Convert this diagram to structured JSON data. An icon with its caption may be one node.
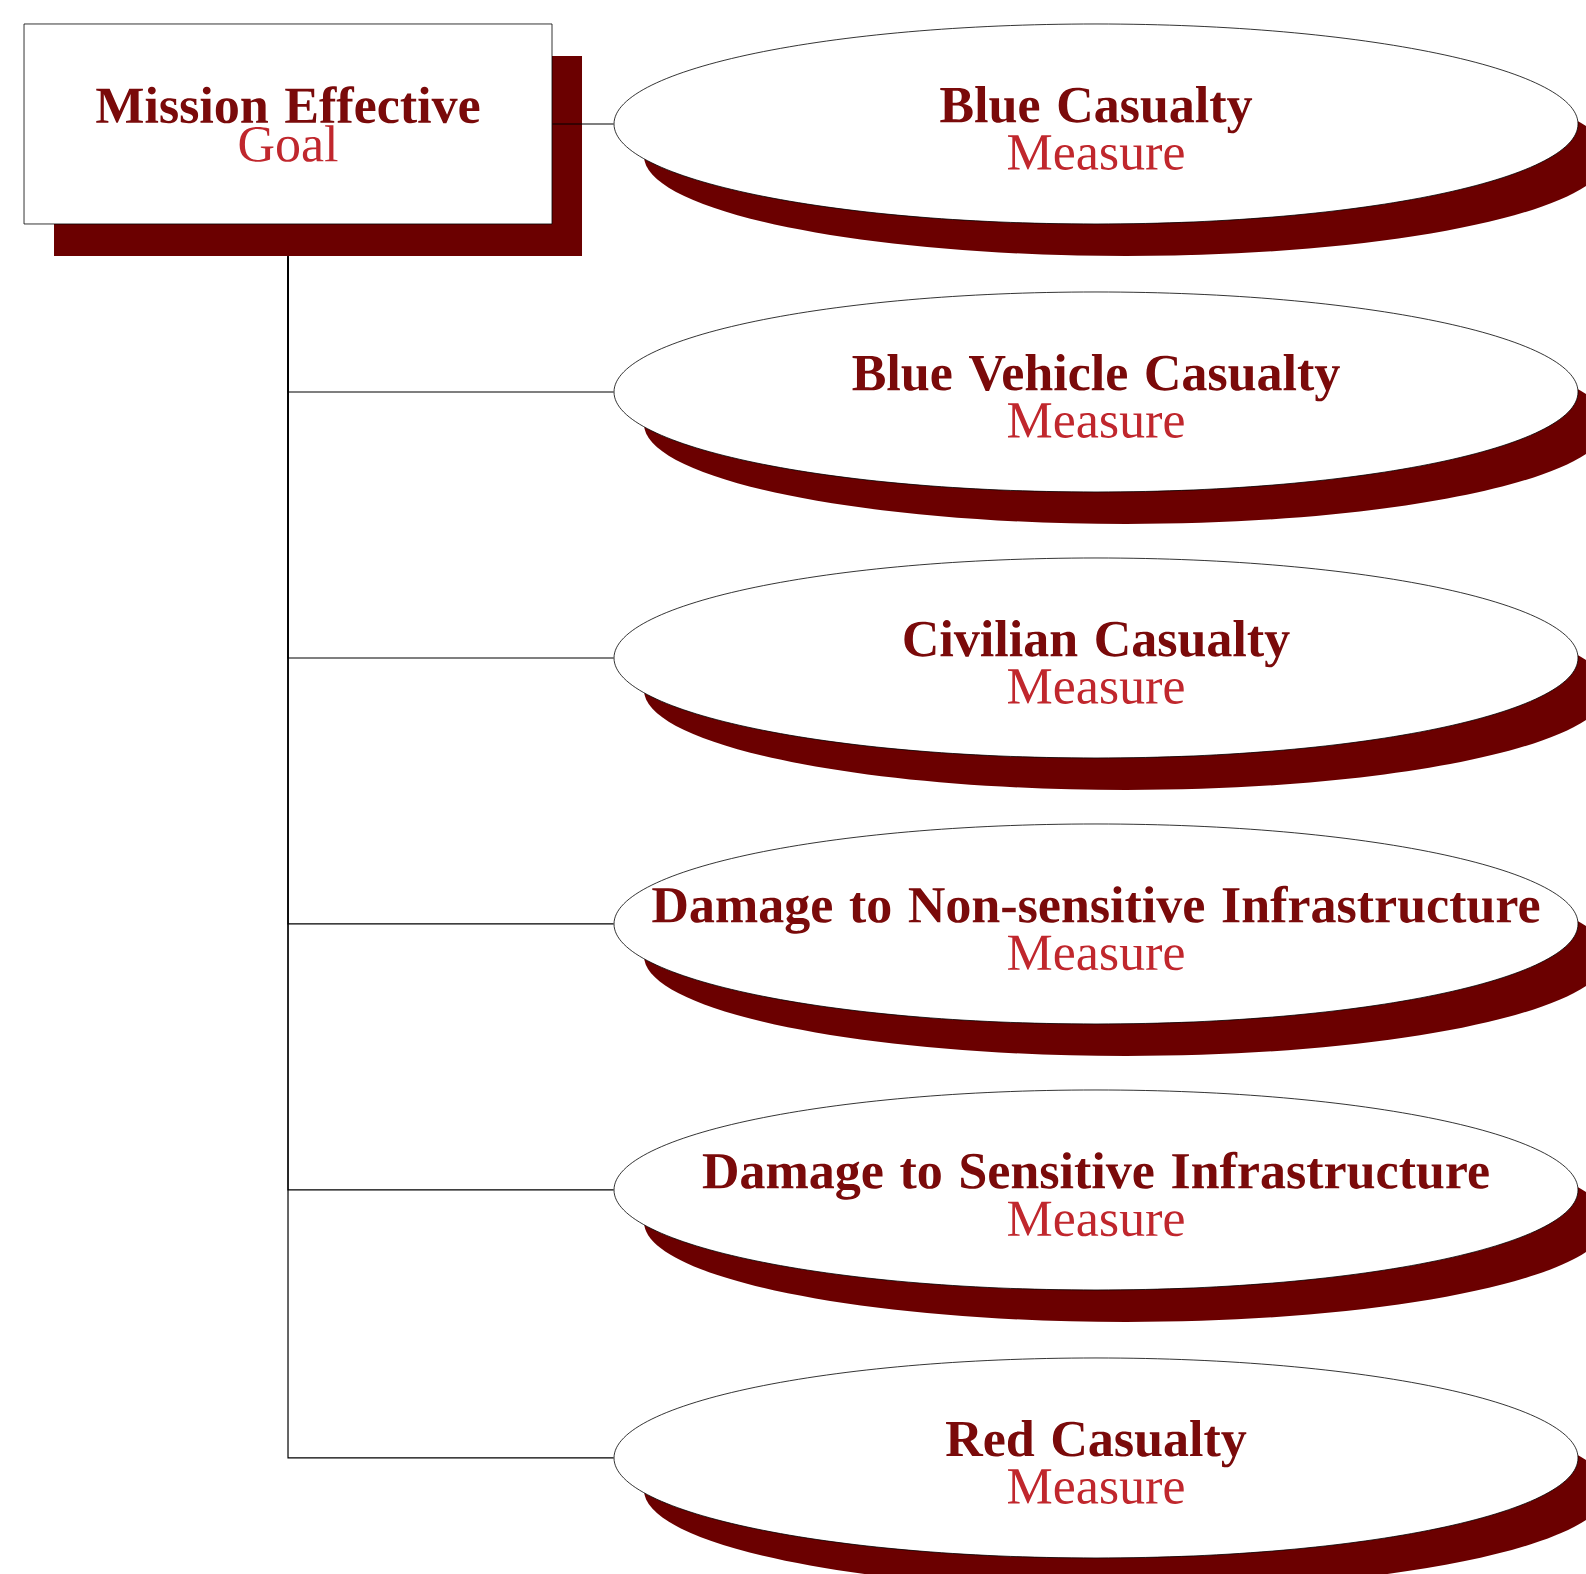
{
  "diagram": {
    "nodes": [
      {
        "text": [
          "Mission Effective",
          "Goal"
        ]
      },
      {
        "text": [
          "Blue Casualty",
          "Measure"
        ]
      },
      {
        "text": [
          "Blue Vehicle Casualty",
          "Measure"
        ]
      },
      {
        "text": [
          "Civilian Casualty",
          "Measure"
        ]
      },
      {
        "text": [
          "Damage to Non-sensitive Infrastructure",
          "Measure"
        ]
      },
      {
        "text": [
          "Damage to Sensitive Infrastructure",
          "Measure"
        ]
      },
      {
        "text": [
          "Red Casualty",
          "Measure"
        ]
      }
    ],
    "edges": [
      {
        "from": 0,
        "to": 1,
        "arrow": "none"
      },
      {
        "from": 0,
        "to": 2,
        "arrow": "none"
      },
      {
        "from": 0,
        "to": 3,
        "arrow": "none"
      },
      {
        "from": 0,
        "to": 4,
        "arrow": "none"
      },
      {
        "from": 0,
        "to": 5,
        "arrow": "none"
      },
      {
        "from": 0,
        "to": 6,
        "arrow": "none"
      }
    ]
  }
}
